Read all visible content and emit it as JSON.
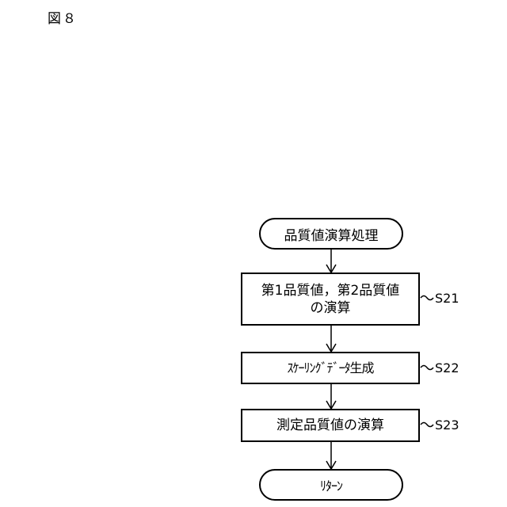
{
  "figure_label": "図８",
  "start": {
    "label": "品質値演算処理"
  },
  "steps": [
    {
      "id": "S21",
      "lines": [
        "第1品質値，第2品質値",
        "の演算"
      ]
    },
    {
      "id": "S22",
      "lines": [
        "ｽｹｰﾘﾝｸﾞﾃﾞｰﾀ生成"
      ]
    },
    {
      "id": "S23",
      "lines": [
        "測定品質値の演算"
      ]
    }
  ],
  "end": {
    "label": "ﾘﾀｰﾝ"
  }
}
